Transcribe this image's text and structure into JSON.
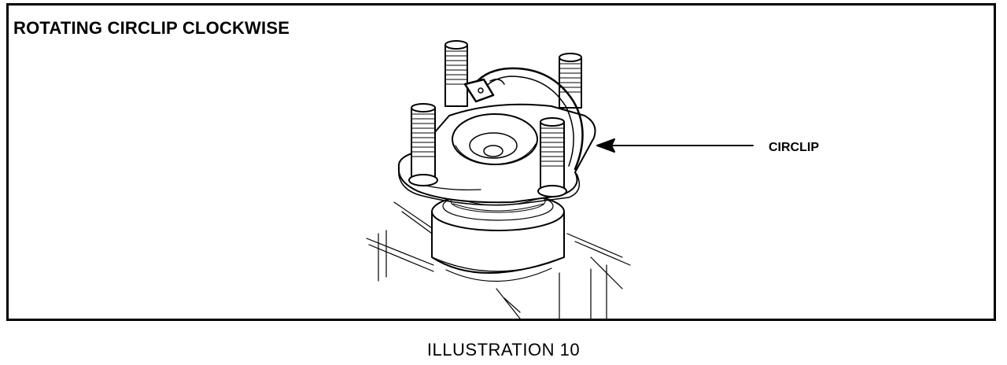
{
  "figure": {
    "title": "ROTATING CIRCLIP CLOCKWISE",
    "callout_label": "CIRCLIP",
    "caption": "ILLUSTRATION 10"
  },
  "icons": {
    "arrow": "left-arrow-icon"
  }
}
